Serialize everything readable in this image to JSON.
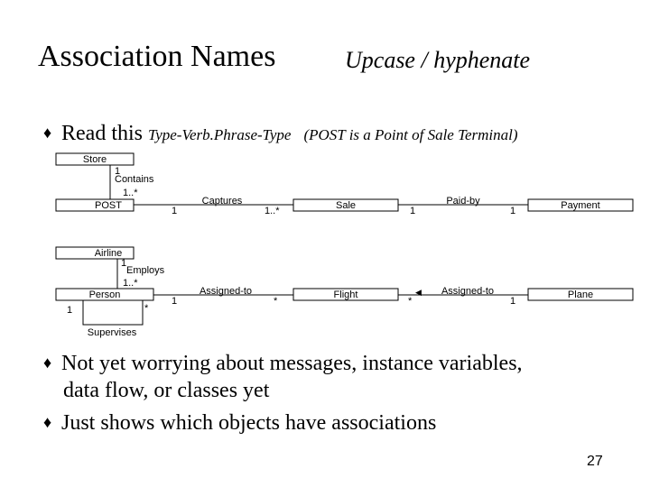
{
  "slide": {
    "title": "Association Names",
    "subtitle": "Upcase / hyphenate",
    "page_number": "27"
  },
  "bullets": {
    "b1_lead": "Read this",
    "b1_italic": "Type-Verb.Phrase-Type",
    "b1_paren": "(POST is a Point of Sale Terminal)",
    "b2_line1": "Not yet worrying about messages, instance variables,",
    "b2_line2": "data flow, or classes yet",
    "b3": "Just shows which objects have associations"
  },
  "diagram1": {
    "classes": {
      "store": "Store",
      "post": "POST",
      "sale": "Sale",
      "payment": "Payment"
    },
    "assoc_contains": "Contains",
    "assoc_captures": "Captures",
    "assoc_paid_by": "Paid-by",
    "mult_store_contains": "1",
    "mult_post_contains": "1..*",
    "mult_post_captures": "1",
    "mult_sale_captures": "1..*",
    "mult_sale_paid": "1",
    "mult_payment_paid": "1"
  },
  "diagram2": {
    "classes": {
      "airline": "Airline",
      "person": "Person",
      "flight": "Flight",
      "plane": "Plane"
    },
    "assoc_employs": "Employs",
    "assoc_assigned_to_1": "Assigned-to",
    "assoc_assigned_to_2": "Assigned-to",
    "assoc_supervises": "Supervises",
    "arrow_marker": "◀",
    "mult_airline_employs": "1",
    "mult_person_employs": "1..*",
    "mult_person_assigned": "1",
    "mult_flight_assigned": "*",
    "mult_flight_assigned2": "*",
    "mult_plane_assigned": "1",
    "mult_supervises_left": "1",
    "mult_supervises_right": "*"
  },
  "bullet_symbol": "♦"
}
